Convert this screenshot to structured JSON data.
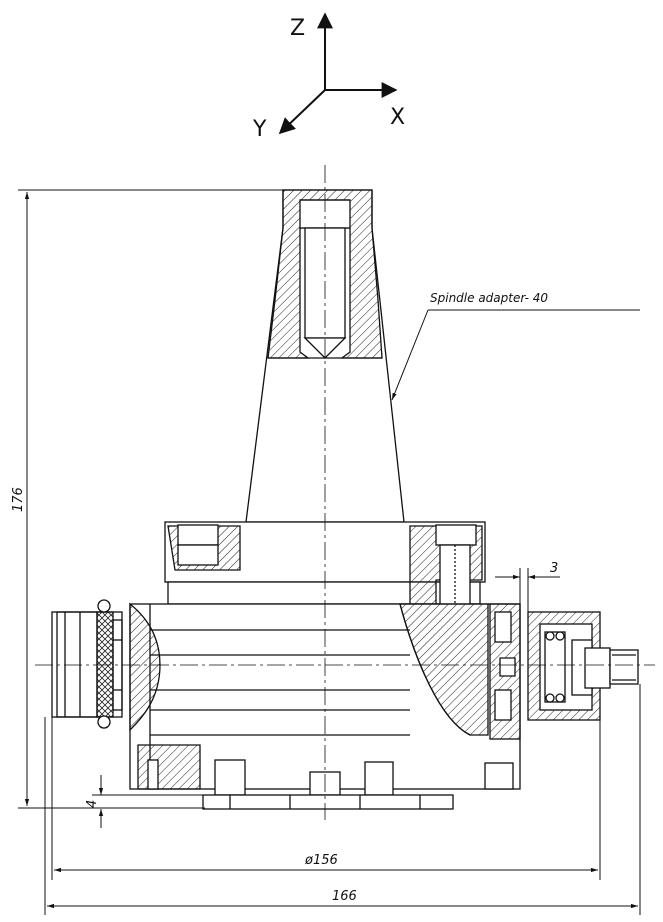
{
  "axes": {
    "z_label": "Z",
    "x_label": "X",
    "y_label": "Y"
  },
  "annotation": {
    "spindle_label": "Spindle adapter- 40"
  },
  "dimensions": {
    "height": "176",
    "diameter": "ø156",
    "width": "166",
    "offset_small": "4",
    "offset_right": "3"
  }
}
